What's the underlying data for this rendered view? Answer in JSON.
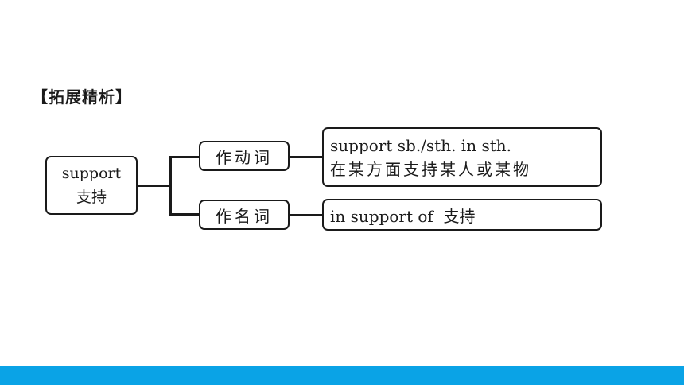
{
  "heading": "【拓展精析】",
  "root": {
    "word": "support",
    "meaning": "支持"
  },
  "branches": [
    {
      "pos": "作动词",
      "definition_en": "support sb./sth. in sth.",
      "definition_cn": "在某方面支持某人或某物"
    },
    {
      "pos": "作名词",
      "definition": "in support of  支持"
    }
  ],
  "colors": {
    "footer_bar": "#0aa3e6",
    "stroke": "#1a1a1a"
  }
}
